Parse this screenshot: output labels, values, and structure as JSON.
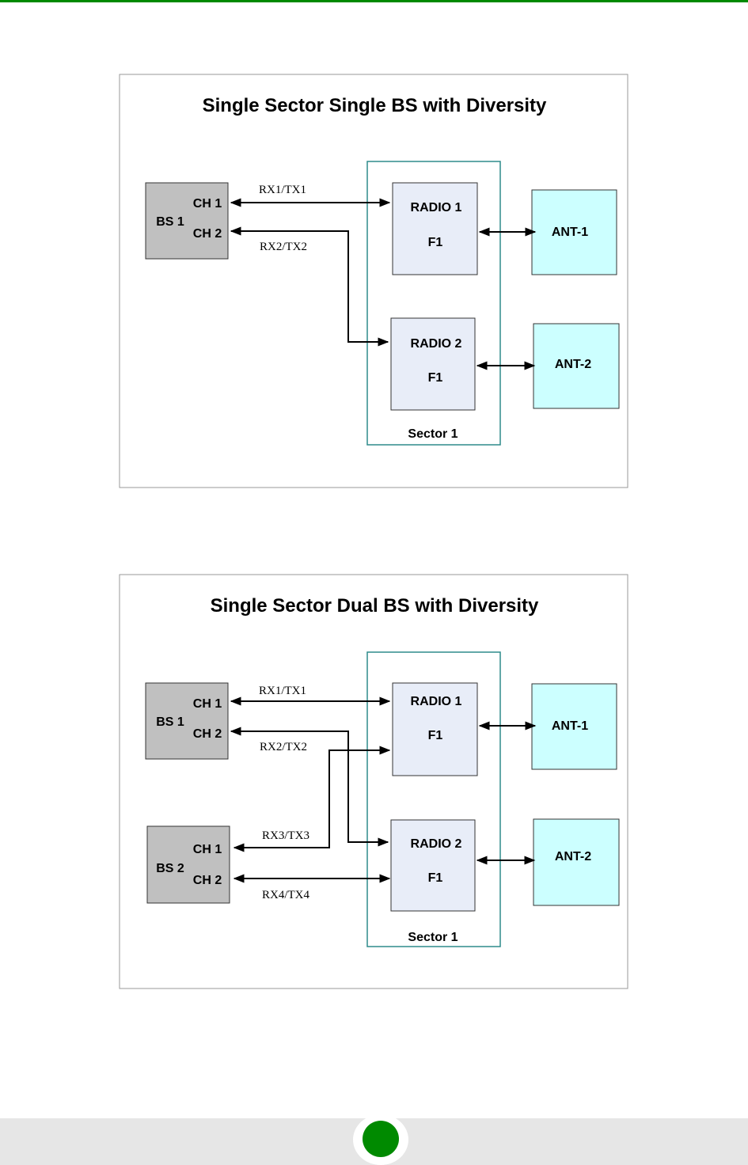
{
  "colors": {
    "accent": "#008a00",
    "bs_fill": "#c0c0c0",
    "radio_fill": "#e8edf8",
    "ant_fill": "#ccffff",
    "sector_border": "#2e8b8b",
    "footer_band": "#e6e6e6"
  },
  "diagram1": {
    "title": "Single Sector Single BS with Diversity",
    "bs1": {
      "name": "BS 1",
      "ch1": "CH 1",
      "ch2": "CH 2"
    },
    "radio1": {
      "name": "RADIO 1",
      "freq": "F1"
    },
    "radio2": {
      "name": "RADIO 2",
      "freq": "F1"
    },
    "ant1": "ANT-1",
    "ant2": "ANT-2",
    "sector": "Sector 1",
    "links": {
      "l1": "RX1/TX1",
      "l2": "RX2/TX2"
    }
  },
  "diagram2": {
    "title": "Single Sector Dual BS with Diversity",
    "bs1": {
      "name": "BS 1",
      "ch1": "CH 1",
      "ch2": "CH 2"
    },
    "bs2": {
      "name": "BS 2",
      "ch1": "CH 1",
      "ch2": "CH 2"
    },
    "radio1": {
      "name": "RADIO 1",
      "freq": "F1"
    },
    "radio2": {
      "name": "RADIO 2",
      "freq": "F1"
    },
    "ant1": "ANT-1",
    "ant2": "ANT-2",
    "sector": "Sector 1",
    "links": {
      "l1": "RX1/TX1",
      "l2": "RX2/TX2",
      "l3": "RX3/TX3",
      "l4": "RX4/TX4"
    }
  }
}
